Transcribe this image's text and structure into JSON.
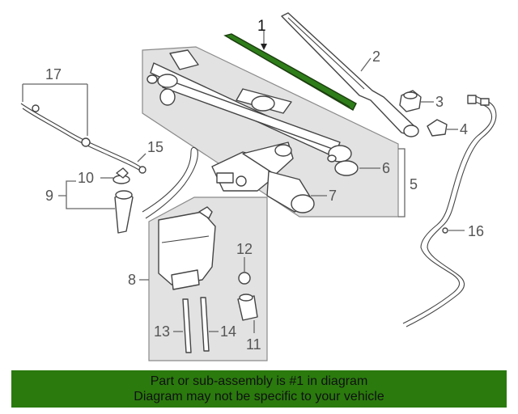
{
  "callouts": {
    "n1": "1",
    "n2": "2",
    "n3": "3",
    "n4": "4",
    "n5": "5",
    "n6": "6",
    "n7": "7",
    "n8": "8",
    "n9": "9",
    "n10": "10",
    "n11": "11",
    "n12": "12",
    "n13": "13",
    "n14": "14",
    "n15": "15",
    "n16": "16",
    "n17": "17"
  },
  "highlight_callout": "1",
  "colors": {
    "highlight_part": "#2e7d1a",
    "banner_bg": "#2a7a0d",
    "assembly_box": "#e2e2e2"
  },
  "banner": {
    "line1": "Part or sub-assembly is #1 in diagram",
    "line2": "Diagram may not be specific to your vehicle"
  }
}
